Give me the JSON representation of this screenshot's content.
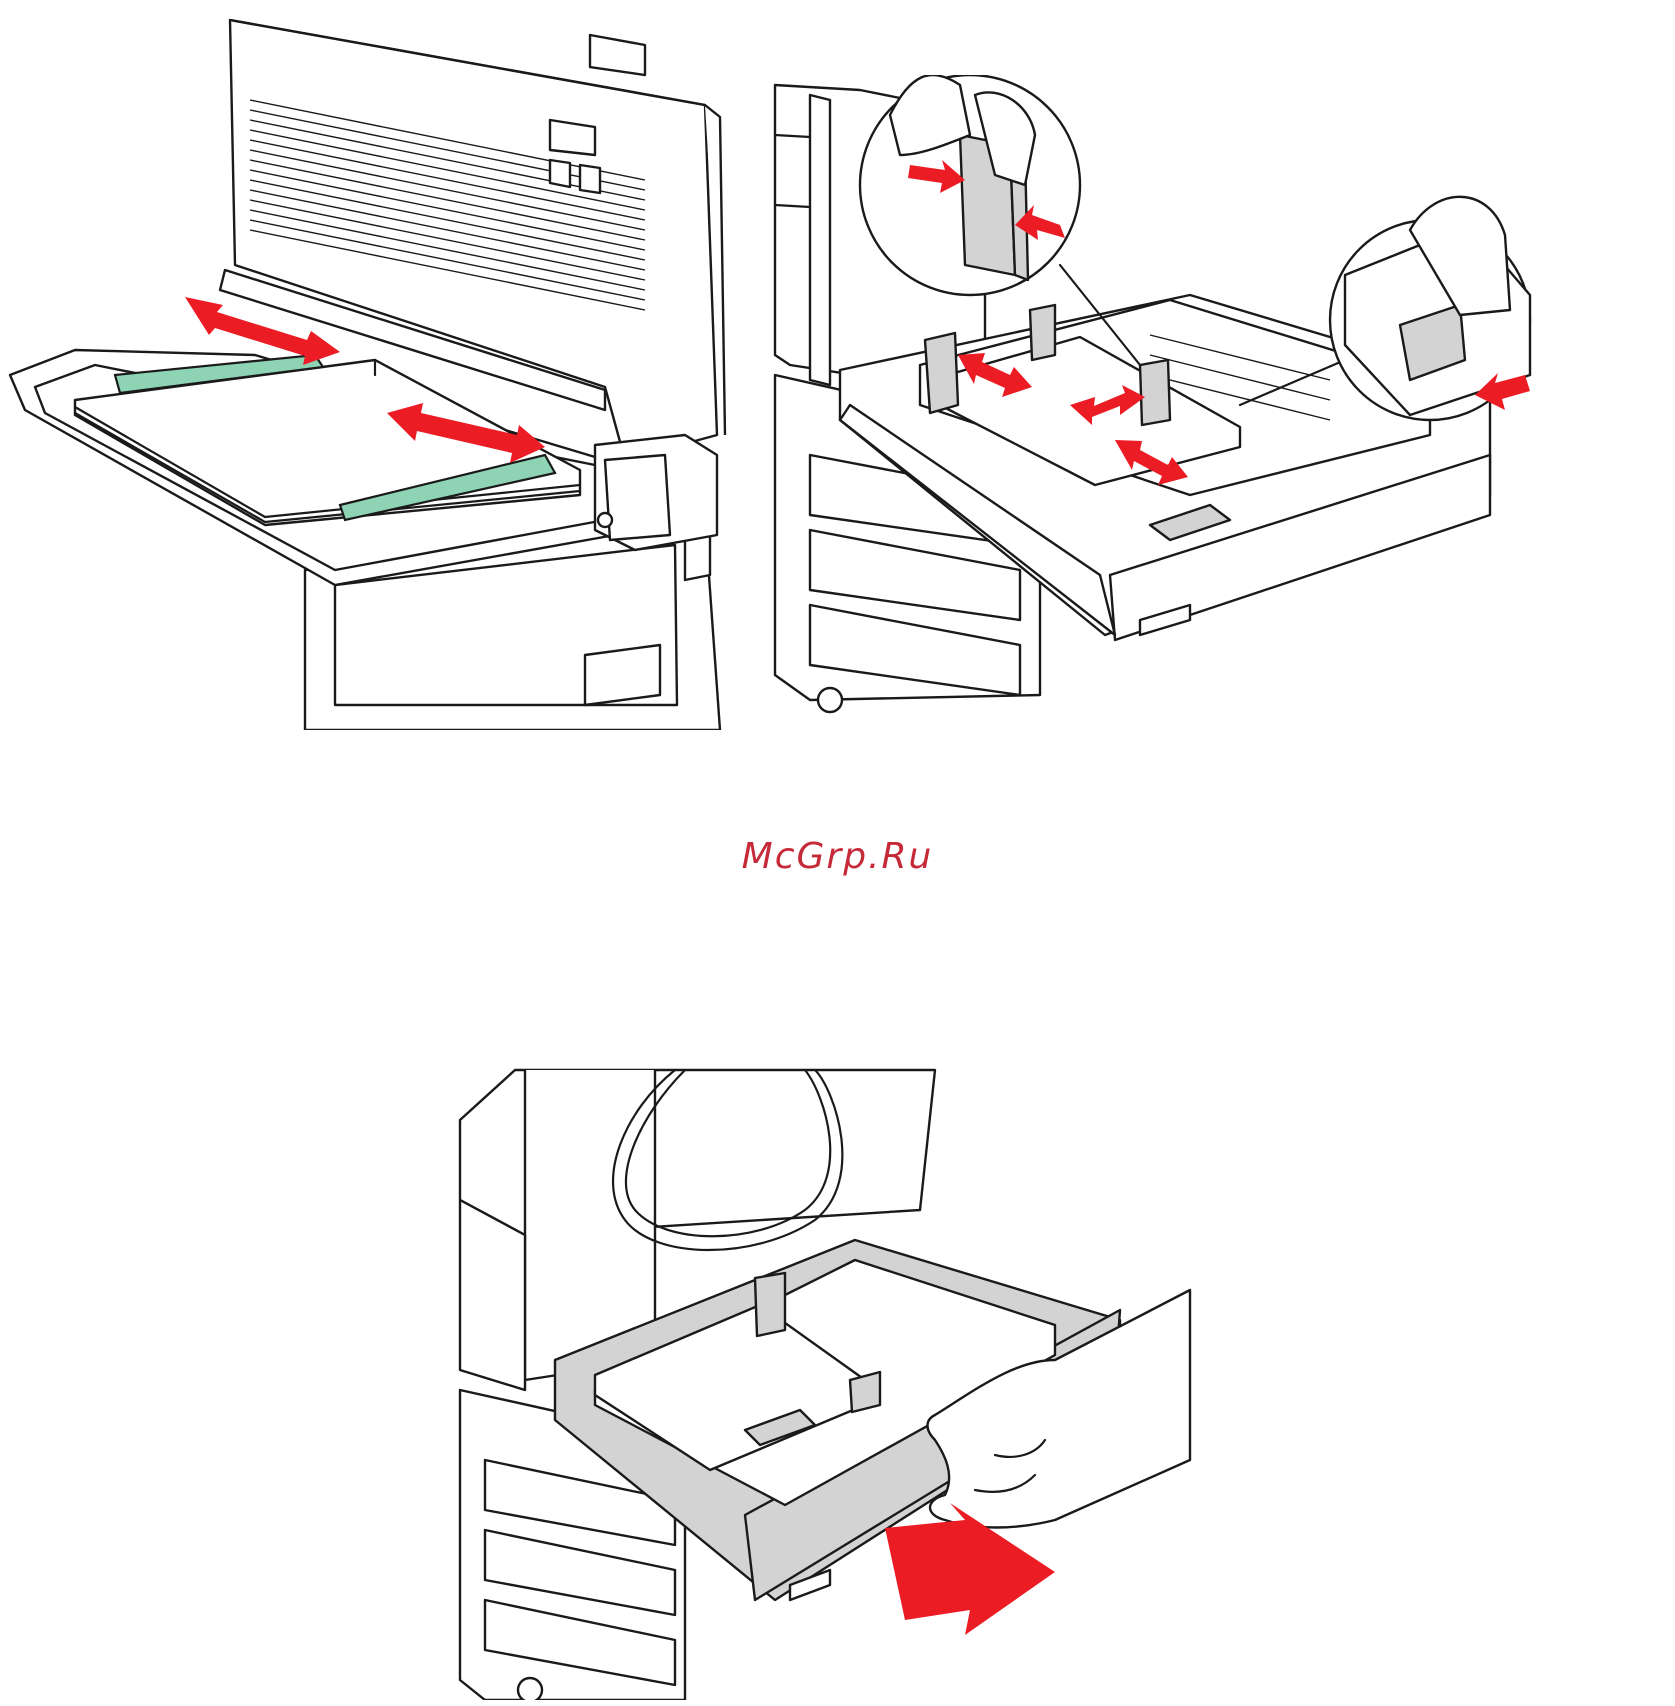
{
  "watermark": {
    "text": "McGrp.Ru",
    "color": "#c62a38"
  },
  "colors": {
    "arrow": "#ec1c24",
    "guide": "#8ed4b4",
    "tray_gray": "#d3d3d3",
    "line": "#1a1a1a"
  },
  "illustrations": [
    {
      "name": "bypass-tray-guides-adjustment",
      "icons": [
        "double-arrow-icon",
        "double-arrow-icon"
      ]
    },
    {
      "name": "paper-tray-guides-adjustment",
      "icons": [
        "magnifier-callout",
        "magnifier-callout",
        "double-arrow-icon",
        "arrow-icon"
      ]
    },
    {
      "name": "paper-tray-insertion",
      "icons": [
        "push-arrow-icon"
      ]
    }
  ]
}
